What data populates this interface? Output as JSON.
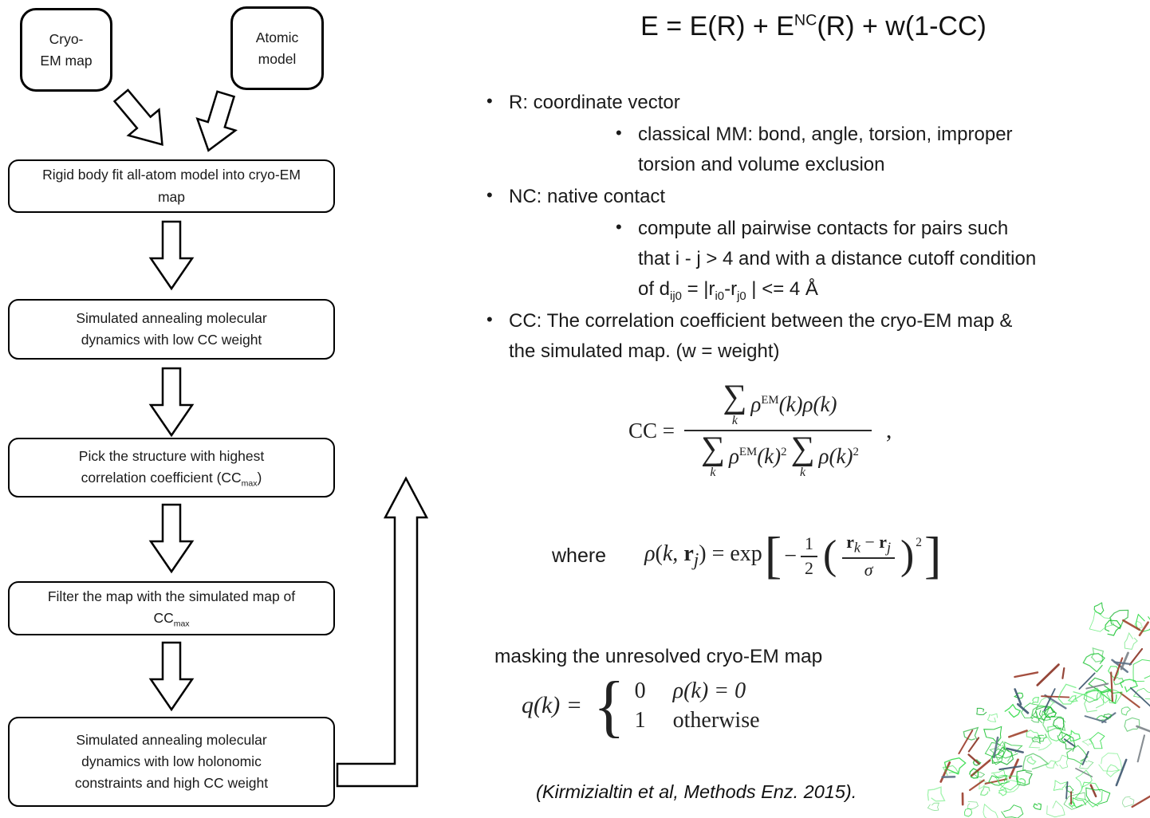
{
  "title_equation": {
    "p1": "E = E(R) + E",
    "sup": "NC",
    "p2": "(R) + w(1-CC)"
  },
  "flowchart": {
    "input_boxes": [
      {
        "line1": "Cryo-",
        "line2": "EM map"
      },
      {
        "line1": "Atomic",
        "line2": "model"
      }
    ],
    "steps": [
      {
        "text": "Rigid body fit all-atom model into cryo-EM map"
      },
      {
        "text": "Simulated annealing molecular dynamics with low CC weight"
      },
      {
        "p1": "Pick the structure with highest correlation coefficient (CC",
        "sub": "max",
        "p2": ")"
      },
      {
        "p1": "Filter the map with the simulated map of CC",
        "sub": "max",
        "p2": ""
      },
      {
        "text": "Simulated annealing molecular dynamics with low holonomic constraints and high CC weight"
      }
    ]
  },
  "bullets": {
    "r_main": "R: coordinate vector",
    "r_sub": {
      "l1": "classical MM: bond, angle, torsion, improper",
      "l2": "torsion and volume exclusion"
    },
    "nc_main": "NC: native contact",
    "nc_sub": {
      "l1": "compute all pairwise contacts for pairs such",
      "l2": "that i - j > 4 and with a distance cutoff condition",
      "l3p1": "of d",
      "l3s1": "ij0",
      "l3p2": " = |r",
      "l3s2": "i0",
      "l3p3": "-r",
      "l3s3": "j0",
      "l3p4": " | <= 4 Å"
    },
    "cc_main": {
      "l1": "CC: The correlation coefficient between the cryo-EM map &",
      "l2": "the simulated map. (w = weight)"
    }
  },
  "cc_equation": {
    "lhs": "CC =",
    "sigma": "∑",
    "sigma_sub": "k",
    "rho": "ρ",
    "em_sup": "EM",
    "arg_k": "(k)",
    "rho_k": "ρ(k)",
    "sq": "2",
    "comma": ","
  },
  "rho_equation": {
    "where": "where",
    "rho": "ρ",
    "lparen": "(",
    "k_comma": "k,",
    "r_vec": "r",
    "j_sub": "j",
    "k_sub": "k",
    "rparen": ")",
    "equals": "=",
    "exp": "exp",
    "lbracket": "[",
    "minus": "−",
    "one": "1",
    "two": "2",
    "sigma_den": "σ",
    "sq": "2",
    "rbracket": "]"
  },
  "masking": {
    "label": "masking the unresolved cryo-EM map",
    "q_lhs": "q(k) =",
    "brace": "{",
    "row1_val": "0",
    "row1_cond": "ρ(k) = 0",
    "row2_val": "1",
    "row2_cond": "otherwise"
  },
  "citation": "(Kirmizialtin et al, Methods Enz. 2015).",
  "icons": {
    "down_arrow": "hollow-down-arrow",
    "loop_arrow": "hollow-loop-up-arrow",
    "molecule_image": "cryo-em-density-mesh-with-atomic-sticks"
  },
  "colors": {
    "ink": "#000000",
    "text": "#1a1a1a",
    "mesh_green": "#1ec22e",
    "stick_red": "#8a3324",
    "stick_blue": "#3d566e"
  }
}
